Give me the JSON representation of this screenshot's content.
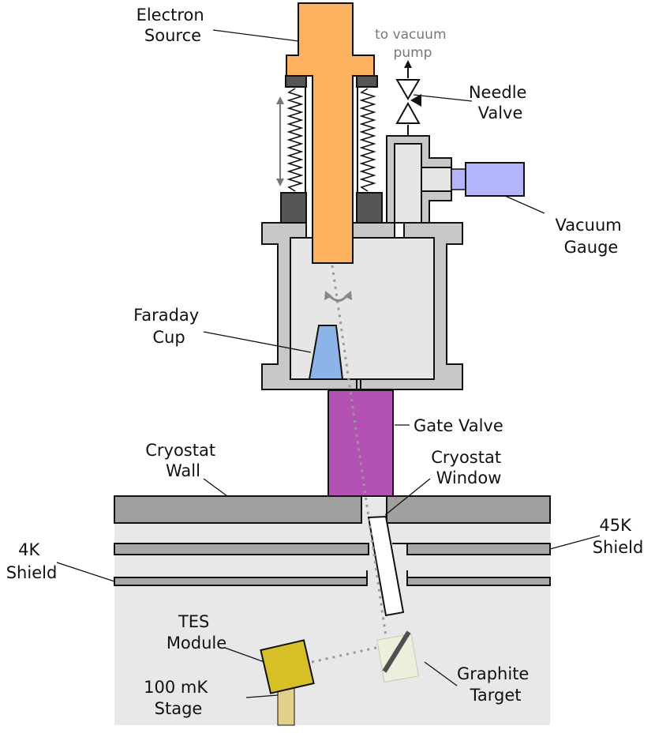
{
  "labels": {
    "electron_source": [
      "Electron",
      "Source"
    ],
    "to_vacuum_pump": [
      "to vacuum",
      "pump"
    ],
    "needle_valve": [
      "Needle",
      "Valve"
    ],
    "vacuum_gauge": [
      "Vacuum",
      "Gauge"
    ],
    "faraday_cup": [
      "Faraday",
      "Cup"
    ],
    "gate_valve": "Gate Valve",
    "cryostat_wall": [
      "Cryostat",
      "Wall"
    ],
    "cryostat_window": [
      "Cryostat",
      "Window"
    ],
    "shield_45k": [
      "45K",
      "Shield"
    ],
    "shield_4k": [
      "4K",
      "Shield"
    ],
    "tes_module": [
      "TES",
      "Module"
    ],
    "stage_100mk": [
      "100 mK",
      "Stage"
    ],
    "graphite_target": [
      "Graphite",
      "Target"
    ]
  },
  "colors": {
    "electron_source": "#fdb25f",
    "chamber_fill": "#c8c8c8",
    "chamber_inner": "#e6e6e6",
    "bellows_flange": "#555555",
    "gate_valve": "#b451b4",
    "faraday_cup": "#8cb4e6",
    "vacuum_gauge": "#b4b4fa",
    "cryostat_wall": "#a0a0a0",
    "cryostat_interior": "#e8e8e8",
    "shield": "#a8a8a8",
    "tes_module": "#d7bf28",
    "stage": "#e0d08a",
    "graphite_target_box": "#eeeedc",
    "graphite_target": "#505050",
    "beam": "#999999",
    "annotation_grey": "#777777"
  }
}
